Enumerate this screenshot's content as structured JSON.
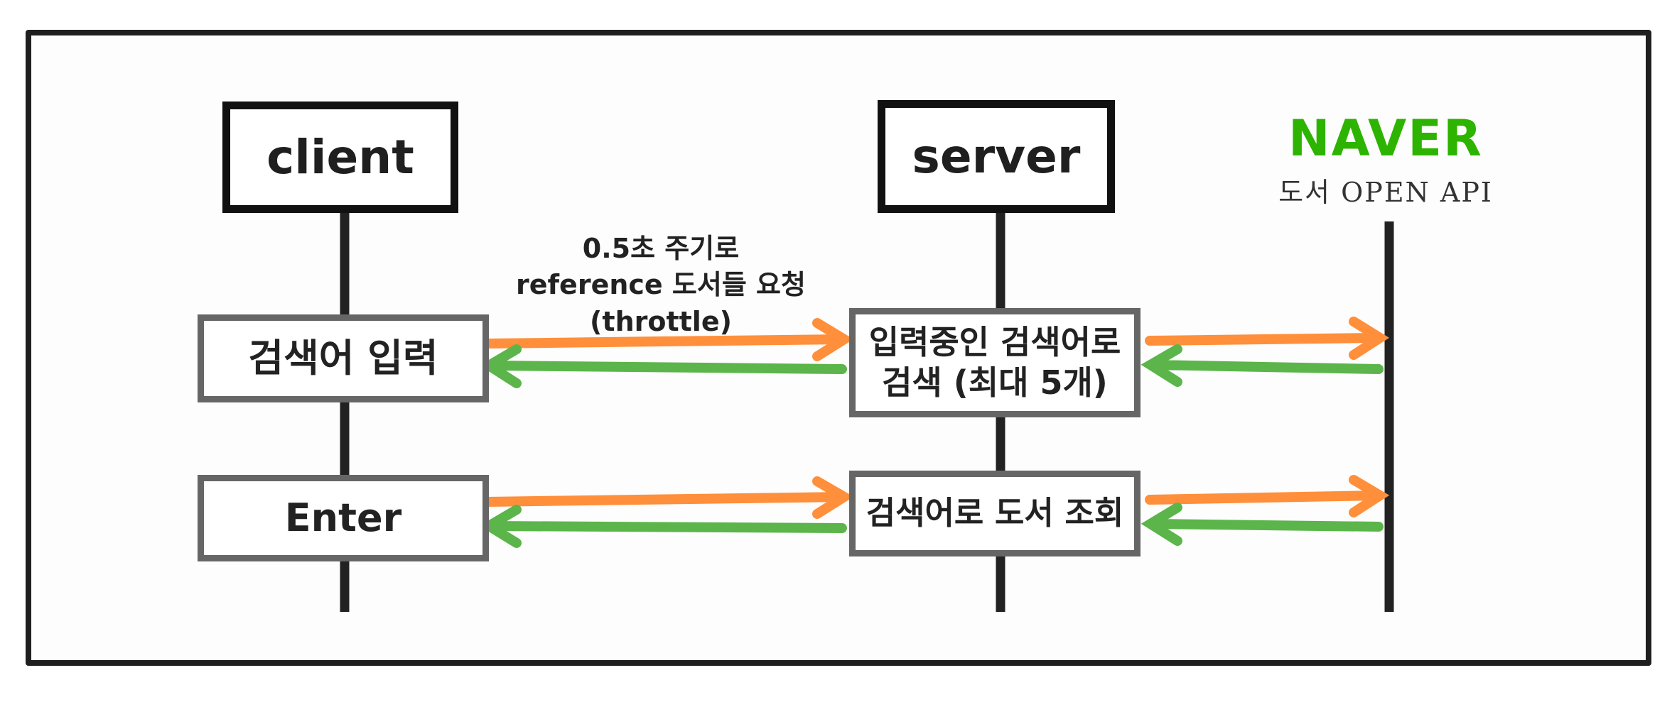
{
  "actors": {
    "client": "client",
    "server": "server",
    "naver": {
      "logo": "NAVER",
      "subtitle": "도서 OPEN API",
      "logo_color": "#2db400"
    }
  },
  "client_steps": {
    "search_input": "검색어 입력",
    "enter": "Enter"
  },
  "server_steps": {
    "live_search": [
      "입력중인 검색어로",
      "검색 (최대 5개)"
    ],
    "book_lookup": "검색어로 도서 조회"
  },
  "annotation": {
    "lines": [
      "0.5초 주기로",
      "reference 도서들 요청",
      "(throttle)"
    ]
  },
  "colors": {
    "request_arrow": "#ff8f3a",
    "response_arrow": "#5bb54a",
    "lifeline": "#222222",
    "step_border": "#666666"
  }
}
